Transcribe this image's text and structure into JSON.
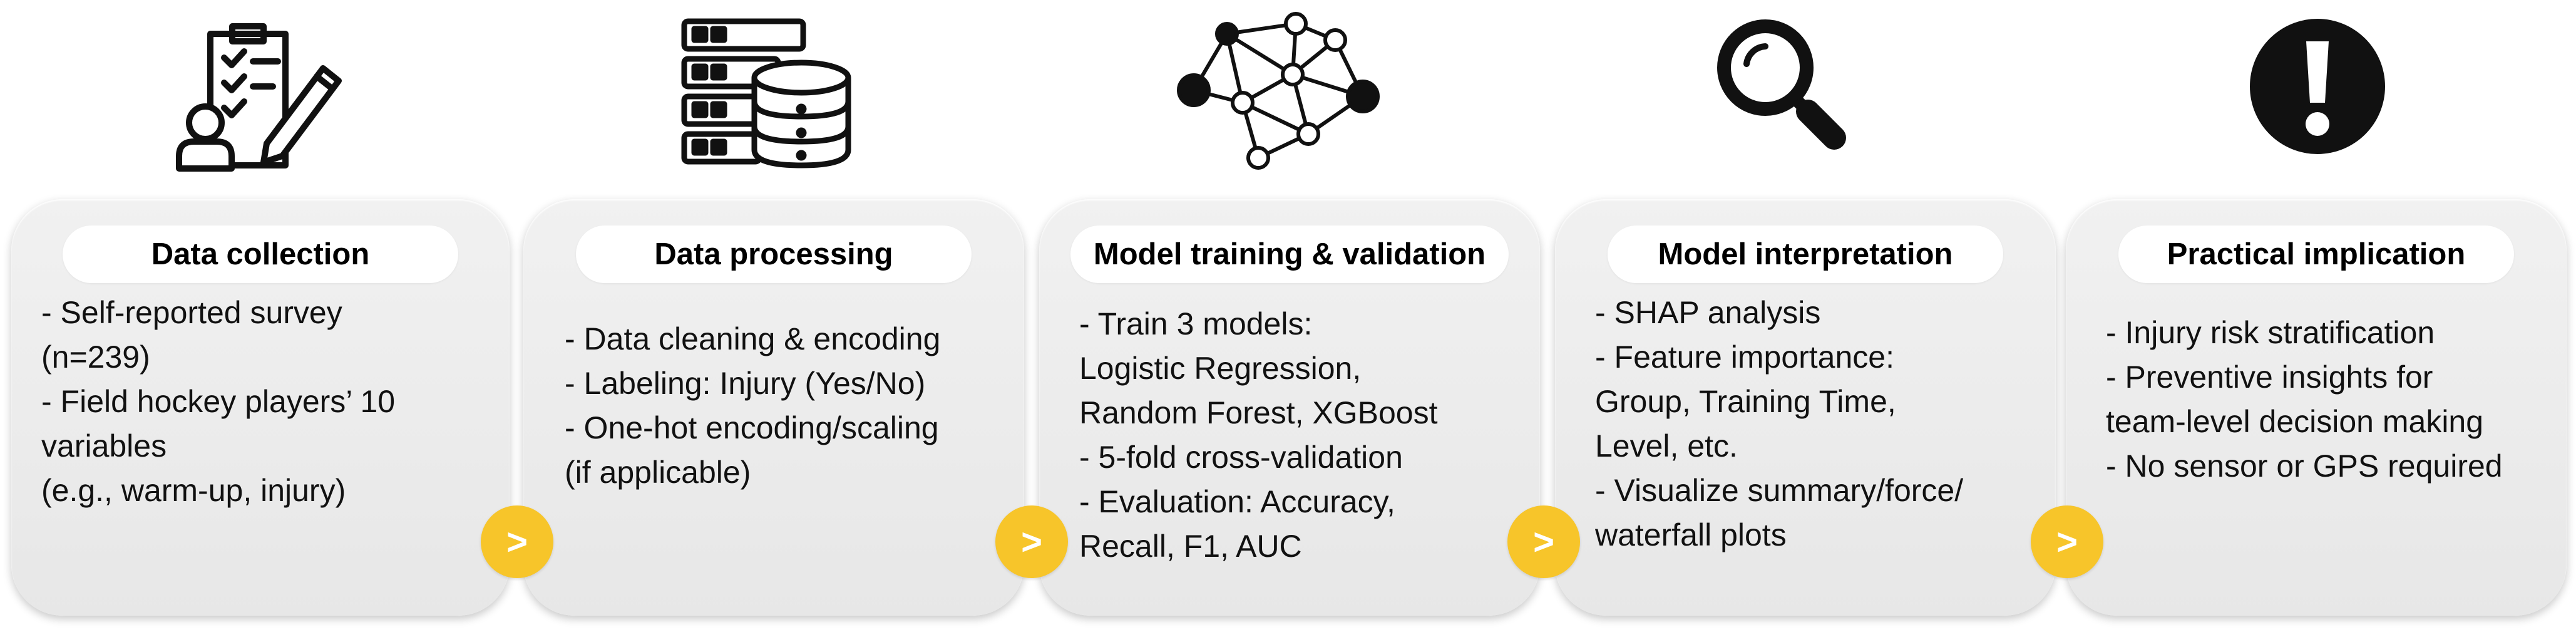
{
  "stages": [
    {
      "title": "Data collection",
      "lines": [
        "- Self-reported survey",
        "(n=239)",
        "- Field hockey players’ 10",
        "variables",
        "(e.g., warm-up, injury)"
      ]
    },
    {
      "title": "Data processing",
      "lines": [
        "- Data cleaning & encoding",
        "- Labeling: Injury (Yes/No)",
        "- One-hot encoding/scaling",
        "(if applicable)"
      ]
    },
    {
      "title": "Model training & validation",
      "lines": [
        "- Train 3 models:",
        "Logistic Regression,",
        "Random Forest, XGBoost",
        "- 5-fold cross-validation",
        "- Evaluation: Accuracy,",
        "Recall, F1, AUC"
      ]
    },
    {
      "title": "Model interpretation",
      "lines": [
        "- SHAP analysis",
        "- Feature importance:",
        "Group, Training Time,",
        "Level, etc.",
        "- Visualize summary/force/",
        "waterfall plots"
      ]
    },
    {
      "title": "Practical implication",
      "lines": [
        "- Injury risk stratification",
        "- Preventive insights for",
        "team-level decision making",
        "- No sensor or GPS required"
      ]
    }
  ],
  "arrows": [
    ">",
    ">",
    ">",
    ">"
  ],
  "icons": [
    "survey-clipboard-icon",
    "database-server-icon",
    "neural-network-icon",
    "magnifier-icon",
    "exclamation-icon"
  ],
  "colors": {
    "arrow": "#f7c52a",
    "card": "#ececec",
    "pill": "#ffffff"
  }
}
